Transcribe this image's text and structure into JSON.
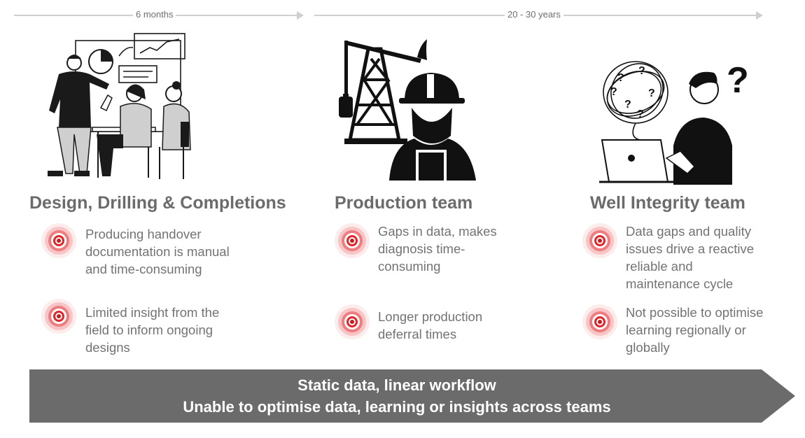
{
  "timeline": {
    "label_left": "6 months",
    "label_right": "20 - 30 years"
  },
  "columns": [
    {
      "title": "Design, Drilling & Completions",
      "illustration": "team-meeting-presentation",
      "bullets": [
        {
          "icon": "target-icon",
          "text": "Producing handover documentation is manual and time-consuming"
        },
        {
          "icon": "target-icon",
          "text": "Limited insight from the field to inform ongoing designs"
        }
      ]
    },
    {
      "title": "Production team",
      "illustration": "oil-rig-worker",
      "bullets": [
        {
          "icon": "target-icon",
          "text": "Gaps in data, makes diagnosis time-consuming"
        },
        {
          "icon": "target-icon",
          "text": "Longer production deferral times"
        }
      ]
    },
    {
      "title": "Well Integrity team",
      "illustration": "confused-person-laptop",
      "bullets": [
        {
          "icon": "target-icon",
          "text": "Data gaps and quality issues drive a reactive reliable and maintenance cycle"
        },
        {
          "icon": "target-icon",
          "text": "Not possible to optimise learning regionally or globally"
        }
      ]
    }
  ],
  "banner": {
    "line1": "Static data, linear workflow",
    "line2": "Unable to optimise data, learning or insights across teams"
  },
  "colors": {
    "banner": "#6b6b6b",
    "target": "#e0262b",
    "timeline": "#cfcfcf"
  }
}
